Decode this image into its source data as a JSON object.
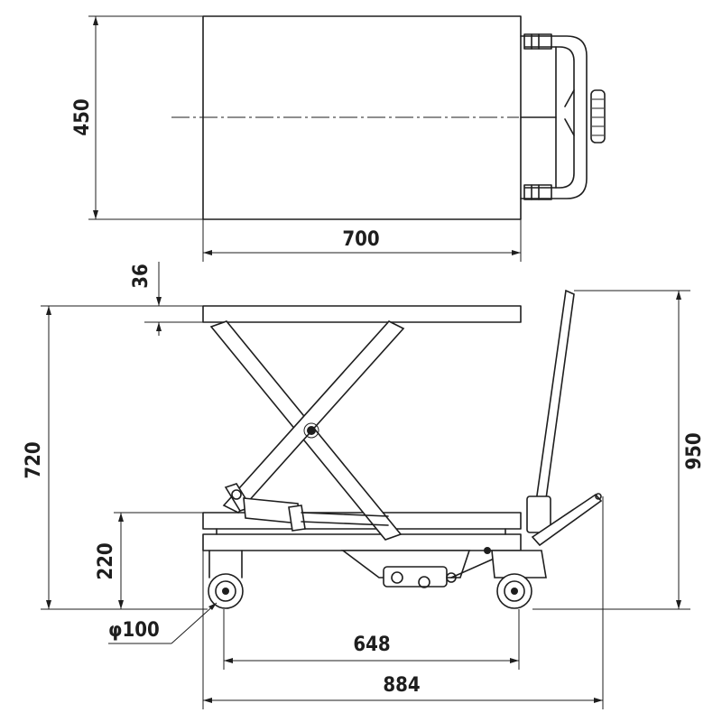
{
  "dimensions": {
    "top_depth": "450",
    "top_length": "700",
    "platform_thickness": "36",
    "max_height": "720",
    "min_height": "220",
    "handle_height": "950",
    "wheel_diameter": "φ100",
    "wheelbase": "648",
    "overall_length": "884"
  },
  "colors": {
    "line": "#1e1e1e",
    "background": "#ffffff"
  }
}
